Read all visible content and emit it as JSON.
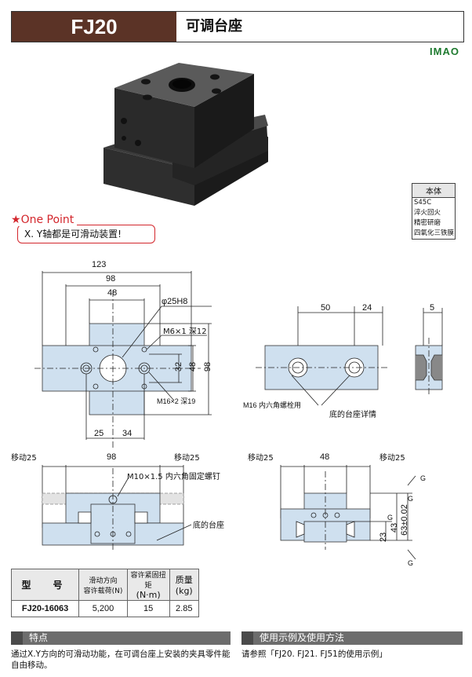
{
  "header": {
    "model": "FJ20",
    "title": "可调台座"
  },
  "brand": "IMAO",
  "material": {
    "heading": "本体",
    "lines": [
      "S45C",
      "淬火回火",
      "精密研磨",
      "四氧化三铁膜"
    ]
  },
  "one_point": {
    "title": "One Point",
    "text": "X. Y轴都是可滑动装置!"
  },
  "drawing_top": {
    "dims": {
      "w123": "123",
      "w98": "98",
      "w48": "48",
      "w25": "25",
      "w34": "34",
      "h32": "32",
      "h48": "48",
      "h98": "98"
    },
    "bore": "φ25H8",
    "tap": "M6×1 深12",
    "counterbore": "M16×2 深19"
  },
  "drawing_bottom_view": {
    "dims": {
      "w50": "50",
      "w24": "24",
      "w5": "5"
    },
    "bolt": "M16 内六角螺栓用",
    "detail": "底的台座详情"
  },
  "drawing_front": {
    "move_left": "移动25",
    "move_right": "移动25",
    "w98": "98",
    "screw": "M10×1.5 内六角固定螺钉",
    "base": "底的台座"
  },
  "drawing_side": {
    "move_left": "移动25",
    "move_right": "移动25",
    "w48": "48",
    "h23": "23",
    "h43": "43",
    "h63": "63±0.02",
    "g_marks": [
      "G",
      "G",
      "G",
      "G"
    ]
  },
  "spec_table": {
    "headers": {
      "model_label": "型　号",
      "load_line1": "滑动方向",
      "load_line2": "容许载荷(N)",
      "torque_line1": "容许紧固扭矩",
      "torque_line2": "(N·m)",
      "mass_line1": "质量",
      "mass_line2": "(kg)"
    },
    "row": {
      "model": "FJ20-16063",
      "load": "5,200",
      "torque": "15",
      "mass": "2.85"
    }
  },
  "features": {
    "title": "特点",
    "text": "通过X.Y方向的可滑动功能，在可调台座上安装的夹具零件能自由移动。"
  },
  "usage": {
    "title": "使用示例及使用方法",
    "text": "请参照「FJ20. FJ21. FJ51的使用示例」"
  },
  "colors": {
    "brand_green": "#1e7a2f",
    "header_brown": "#5b3326",
    "accent_red": "#d3262c",
    "part_blue": "#cfe0ef"
  }
}
